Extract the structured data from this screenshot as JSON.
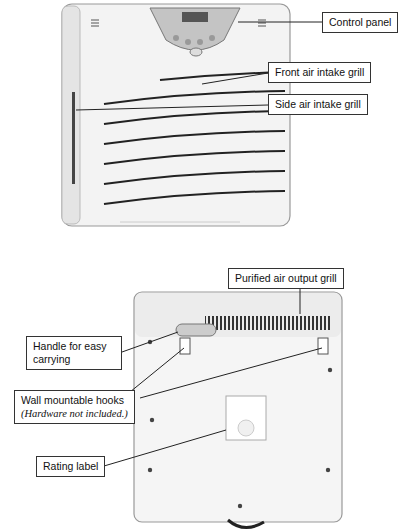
{
  "diagram": {
    "nodes": [
      {
        "text": [
          "Control panel"
        ]
      },
      {
        "text": [
          "Front air intake grill"
        ]
      },
      {
        "text": [
          "Side air intake grill"
        ]
      },
      {
        "text": [
          "Purified air output grill"
        ]
      },
      {
        "text": [
          "Handle for easy carrying"
        ]
      },
      {
        "text": [
          "Wall mountable hooks",
          "(Hardware not included.)"
        ]
      },
      {
        "text": [
          "Rating label"
        ]
      }
    ]
  }
}
